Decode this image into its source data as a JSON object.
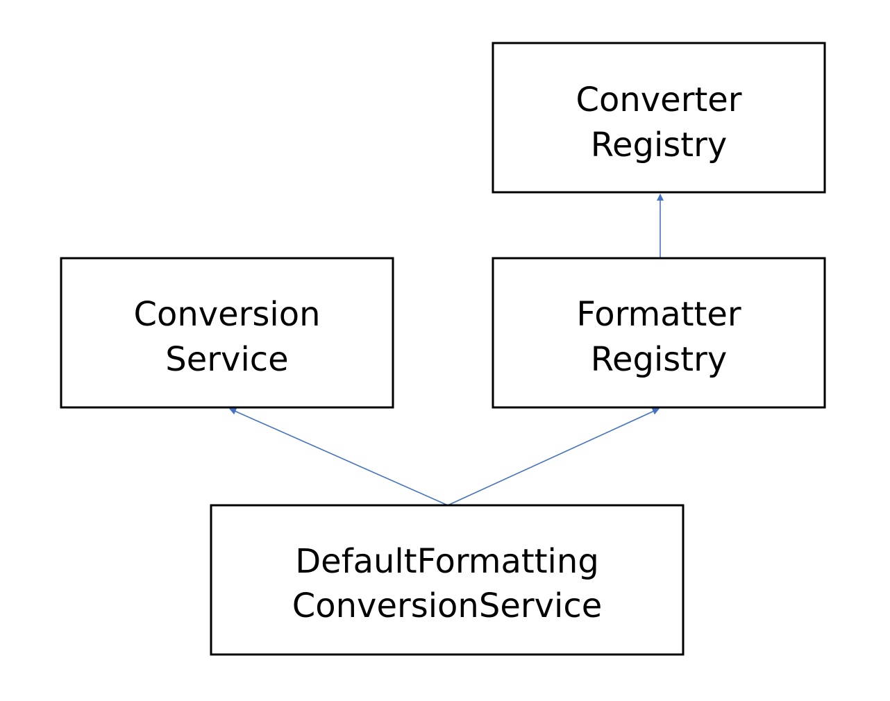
{
  "diagram": {
    "nodes": [
      {
        "id": "converter-registry",
        "lines": [
          "Converter",
          "Registry"
        ]
      },
      {
        "id": "conversion-service",
        "lines": [
          "Conversion",
          "Service"
        ]
      },
      {
        "id": "formatter-registry",
        "lines": [
          "Formatter",
          "Registry"
        ]
      },
      {
        "id": "default-formatting-conversion-service",
        "lines": [
          "DefaultFormatting",
          "ConversionService"
        ]
      }
    ],
    "edges": [
      {
        "from": "formatter-registry",
        "to": "converter-registry"
      },
      {
        "from": "default-formatting-conversion-service",
        "to": "conversion-service"
      },
      {
        "from": "default-formatting-conversion-service",
        "to": "formatter-registry"
      }
    ],
    "colors": {
      "edge": "#4472C4",
      "box_border": "#000000",
      "background": "#FFFFFF"
    }
  }
}
